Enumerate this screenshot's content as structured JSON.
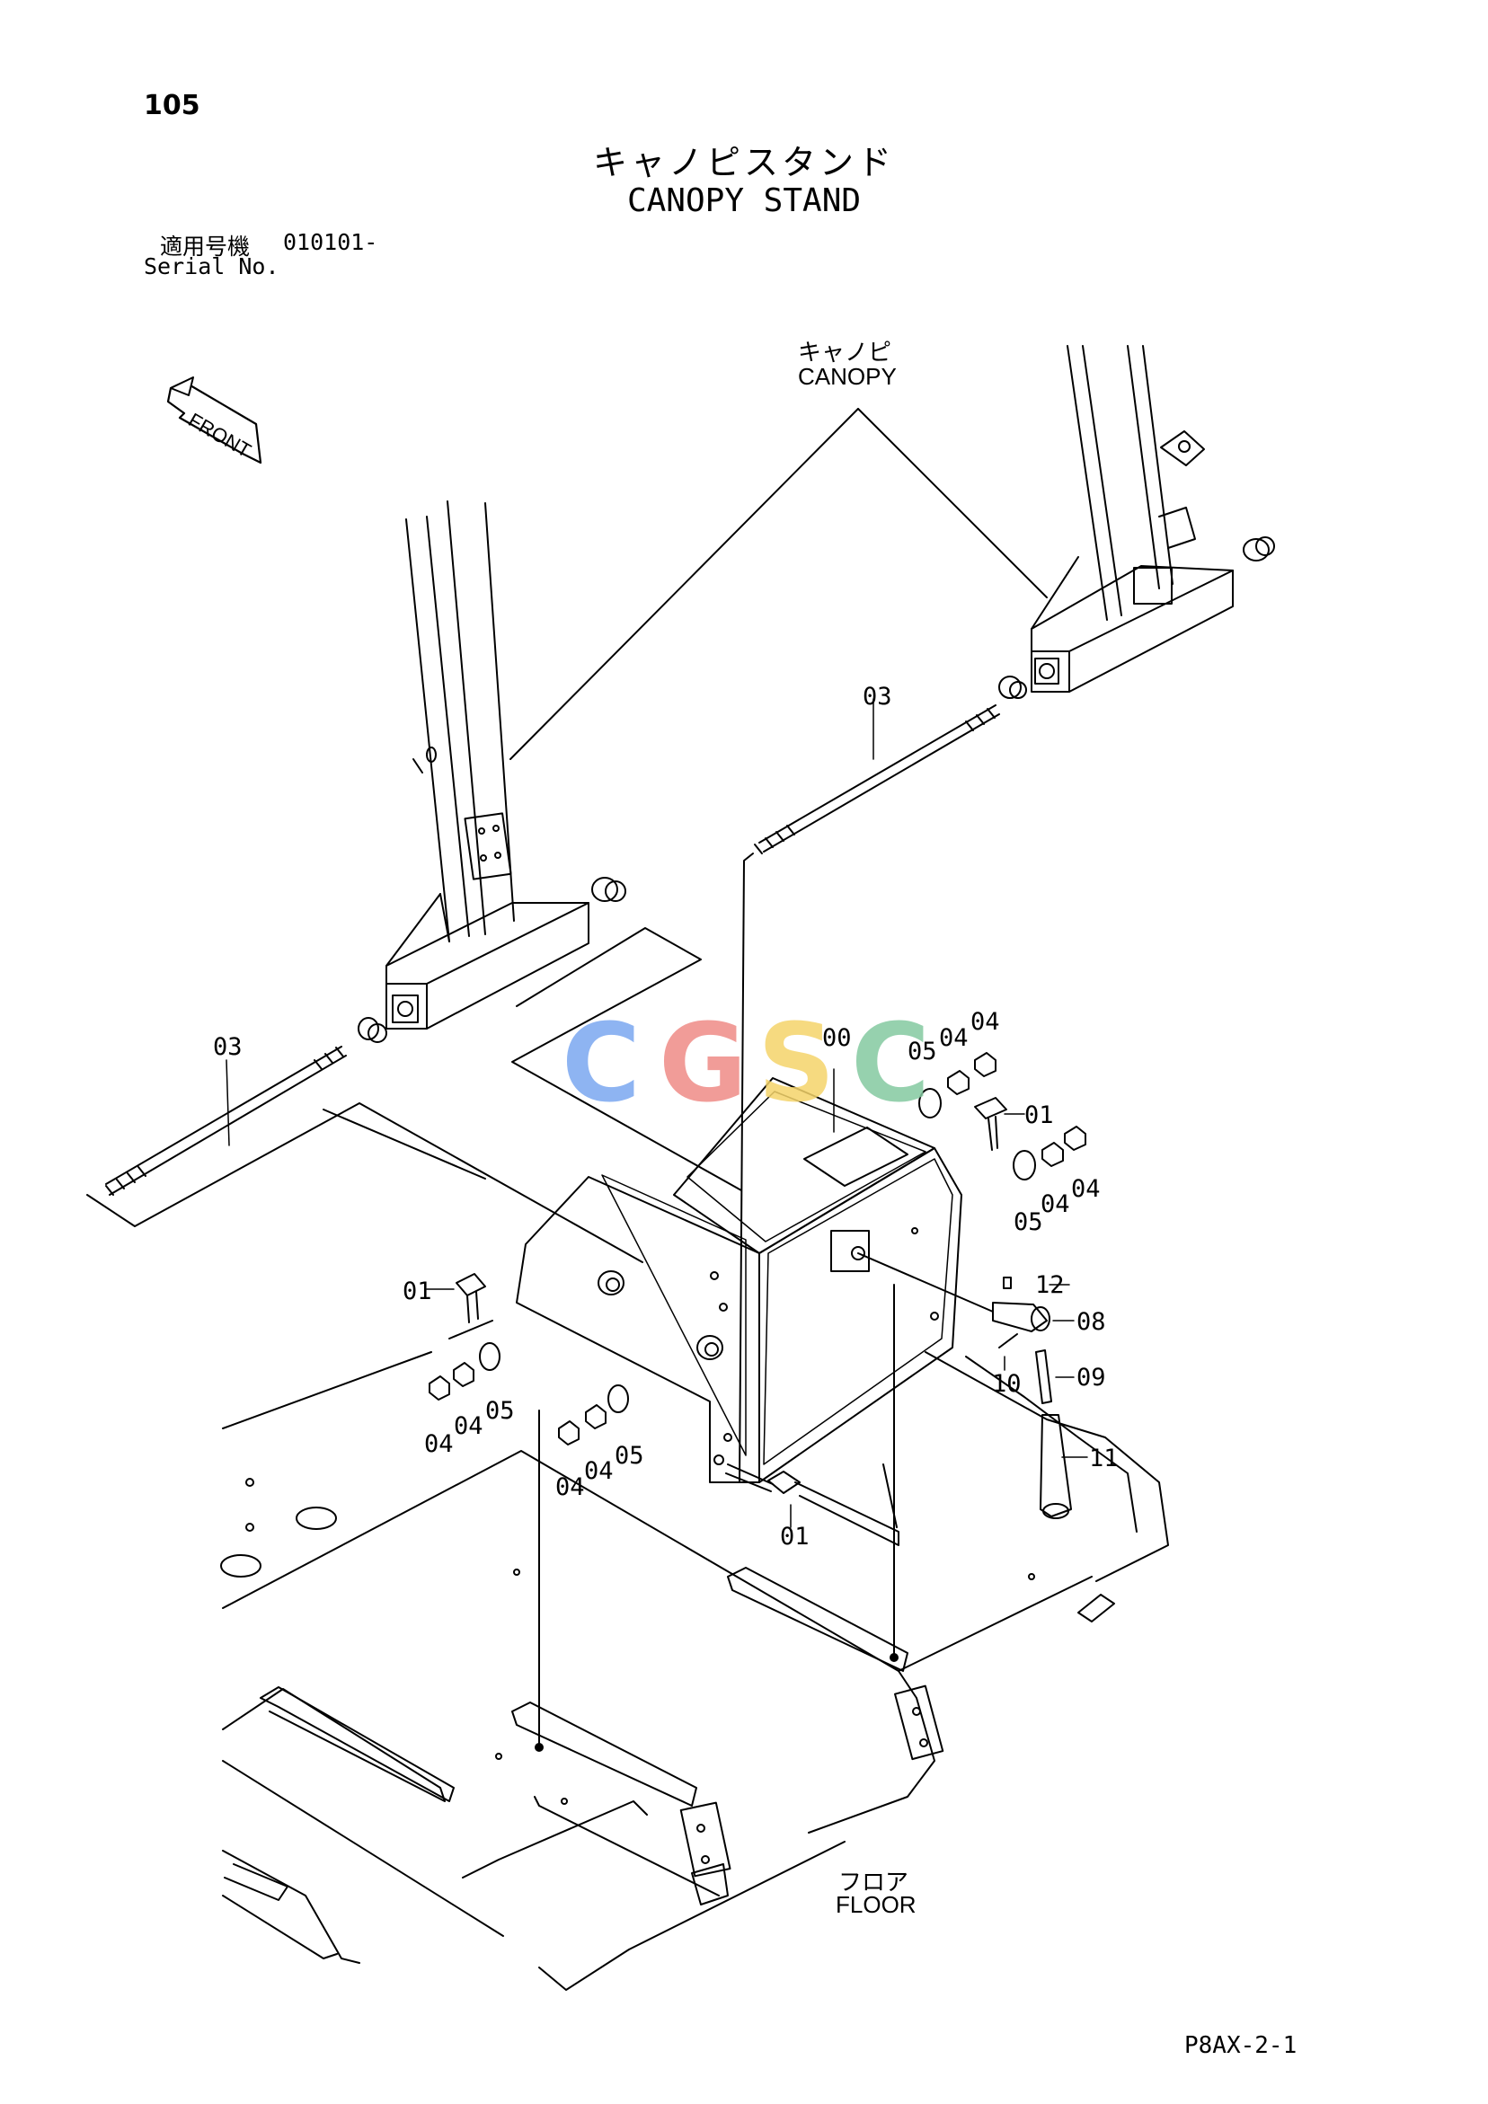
{
  "header": {
    "page_number": "105",
    "title_ja": "キャノピスタンド",
    "title_en": "CANOPY STAND",
    "serial_label_ja": "適用号機",
    "serial_value": "010101-",
    "serial_label_en": "Serial No."
  },
  "labels": {
    "front": "FRONT",
    "canopy_ja": "キャノピ",
    "canopy_en": "CANOPY",
    "floor_ja": "フロア",
    "floor_en": "FLOOR"
  },
  "callouts": {
    "c00": "00",
    "c01a": "01",
    "c01b": "01",
    "c01c": "01",
    "c03a": "03",
    "c03b": "03",
    "c04a": "04",
    "c04b": "04",
    "c04c": "04",
    "c04d": "04",
    "c04e": "04",
    "c04f": "04",
    "c04g": "04",
    "c04h": "04",
    "c05a": "05",
    "c05b": "05",
    "c05c": "05",
    "c05d": "05",
    "c08": "08",
    "c09": "09",
    "c10": "10",
    "c11": "11",
    "c12": "12"
  },
  "watermark": {
    "letters": [
      "C",
      "G",
      "S",
      "C"
    ],
    "colors": [
      "#7aa7f0",
      "#ef8b86",
      "#f5d36a",
      "#84c9a0"
    ]
  },
  "footer": {
    "doc_code": "P8AX-2-1"
  }
}
